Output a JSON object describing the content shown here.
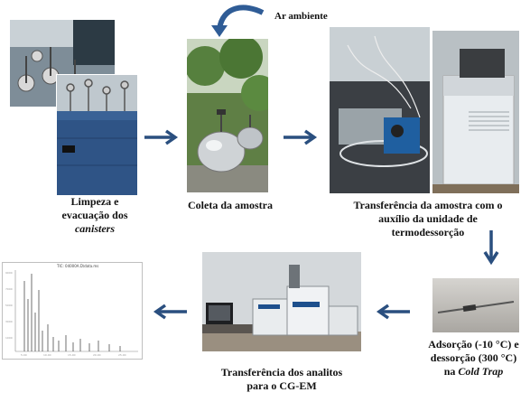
{
  "steps": {
    "cleaning": {
      "line1": "Limpeza e",
      "line2": "evacuação dos",
      "line3": "canisters"
    },
    "collection": {
      "label": "Coleta da amostra"
    },
    "transfer": {
      "line1": "Transferência  da amostra com o",
      "line2": "auxílio  da unidade de",
      "line3": "termodessorção"
    },
    "trap": {
      "line1": "Adsorção (-10 °C) e",
      "line2": "dessorção (300 °C)",
      "line3_prefix": "na ",
      "line3_italic": "Cold Trap"
    },
    "gcms": {
      "line1": "Transferência  dos analitos",
      "line2": "para o CG-EM"
    }
  },
  "ambient_air": {
    "label": "Ar ambiente"
  },
  "chromatogram": {
    "title": "TIC: 04000A.D\\data.ms"
  },
  "colors": {
    "arrow": "#2a4f7f"
  }
}
